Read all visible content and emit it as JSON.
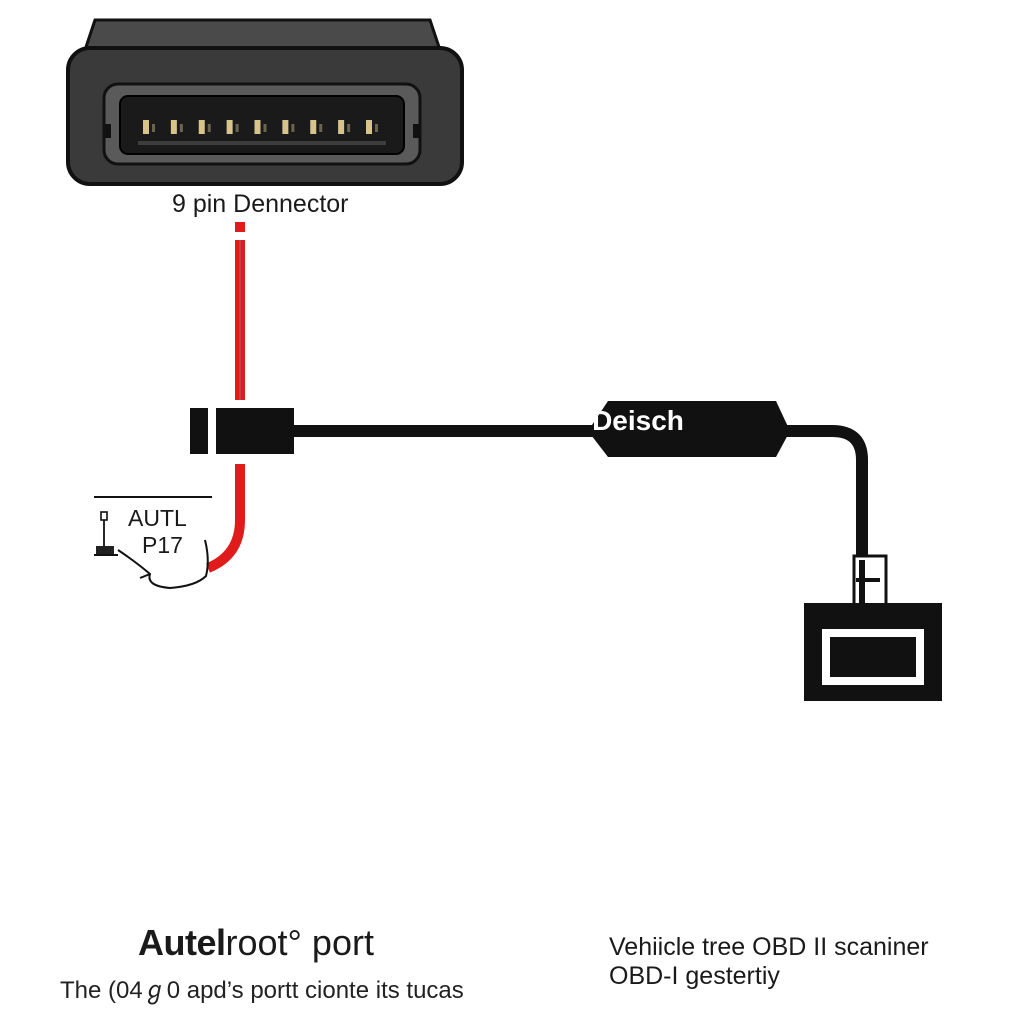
{
  "connector": {
    "label": "9 pin Dennector",
    "pin_count": 9
  },
  "adapter": {
    "label": "Deisch"
  },
  "autel_tag": {
    "line1": "AUTL",
    "line2": "P17"
  },
  "footer_left": {
    "title_bold": "Autel",
    "title_rest": "root°  port",
    "subtitle": "The (04ℊ0  apd’s  portt  cionte  its  tucas"
  },
  "footer_right": {
    "line1": "Vehiicle  tree  OBD II  scaniner",
    "line2": "OBD-I  gestertiy"
  },
  "colors": {
    "connector_body": "#3a3a3a",
    "connector_face": "#1c1c1c",
    "pins": "#d8c38a",
    "red_wire": "#e01b1b",
    "cable": "#111111"
  },
  "icons": {
    "port-device": "port-device-icon",
    "plug-end": "plug-icon"
  }
}
